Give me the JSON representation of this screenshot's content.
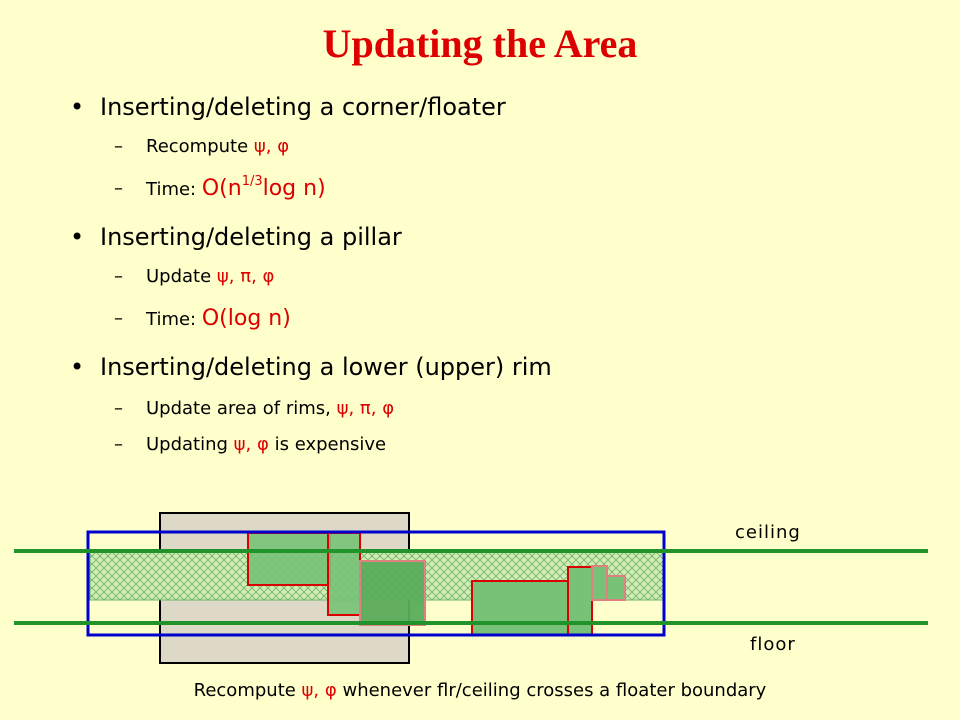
{
  "title": "Updating the Area",
  "bullets": {
    "b1": {
      "text": "Inserting/deleting a corner/floater",
      "sub1": {
        "prefix": "Recompute ",
        "highlight": "ψ, φ"
      },
      "sub2": {
        "prefix": "Time: ",
        "h1": "O(n",
        "sup": "1/3",
        "h2": "log n)"
      }
    },
    "b2": {
      "text": "Inserting/deleting a pillar",
      "sub1": {
        "prefix": "Update ",
        "highlight": "ψ, π, φ"
      },
      "sub2": {
        "prefix": "Time: ",
        "highlight": "O(log n)"
      }
    },
    "b3": {
      "text": "Inserting/deleting a lower (upper) rim",
      "sub1": {
        "prefix": "Update area of rims, ",
        "highlight": "ψ, π, φ"
      },
      "sub2": {
        "prefix": "Updating ",
        "highlight": "ψ, φ",
        "suffix": " is expensive"
      }
    },
    "bullet_glyph": "•",
    "dash_glyph": "–"
  },
  "diagram": {
    "ceiling_label": "ceiling",
    "floor_label": "floor",
    "colors": {
      "line_green": "#22922a",
      "box_blue": "#0000cc",
      "gray_fill": "#ddd9c6",
      "rect_red": "#dd0000",
      "rect_fill": "#77c277",
      "rect_fill_dark": "#55a855",
      "hatch": "#5aa85a"
    }
  },
  "caption": {
    "prefix": "Recompute ",
    "highlight": "ψ, φ",
    "suffix": " whenever flr/ceiling crosses a floater boundary"
  }
}
